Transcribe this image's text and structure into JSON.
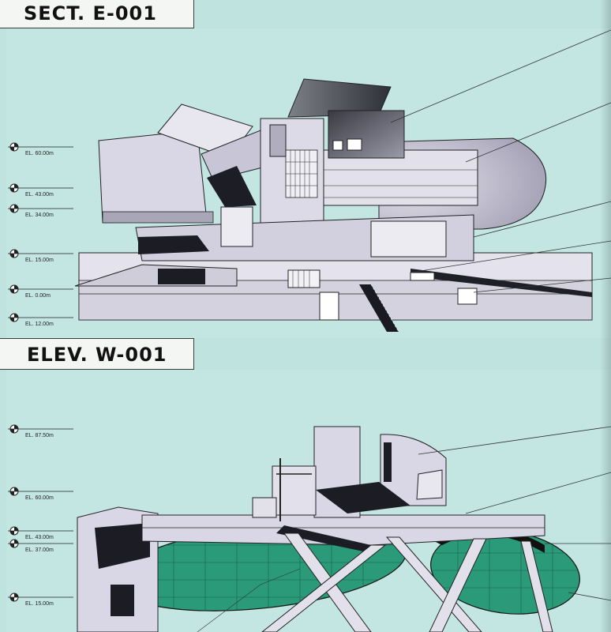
{
  "section": {
    "title": "SECT. E-001",
    "elevation_labels": [
      "EL. 60.00m",
      "EL. 43.00m",
      "EL. 34.00m",
      "EL. 15.00m",
      "EL. 0.00m",
      "EL. 12.00m"
    ]
  },
  "elevation": {
    "title": "ELEV. W-001",
    "elevation_labels": [
      "EL. 87.50m",
      "EL. 60.00m",
      "EL. 43.00m",
      "EL. 37.00m",
      "EL. 15.00m"
    ]
  },
  "colors": {
    "background": "#bfe3df",
    "building": "#d9d6e6",
    "shadow": "#1a1a22",
    "green_volume": "#2a9a78",
    "title_box": "#f4f6f3"
  }
}
